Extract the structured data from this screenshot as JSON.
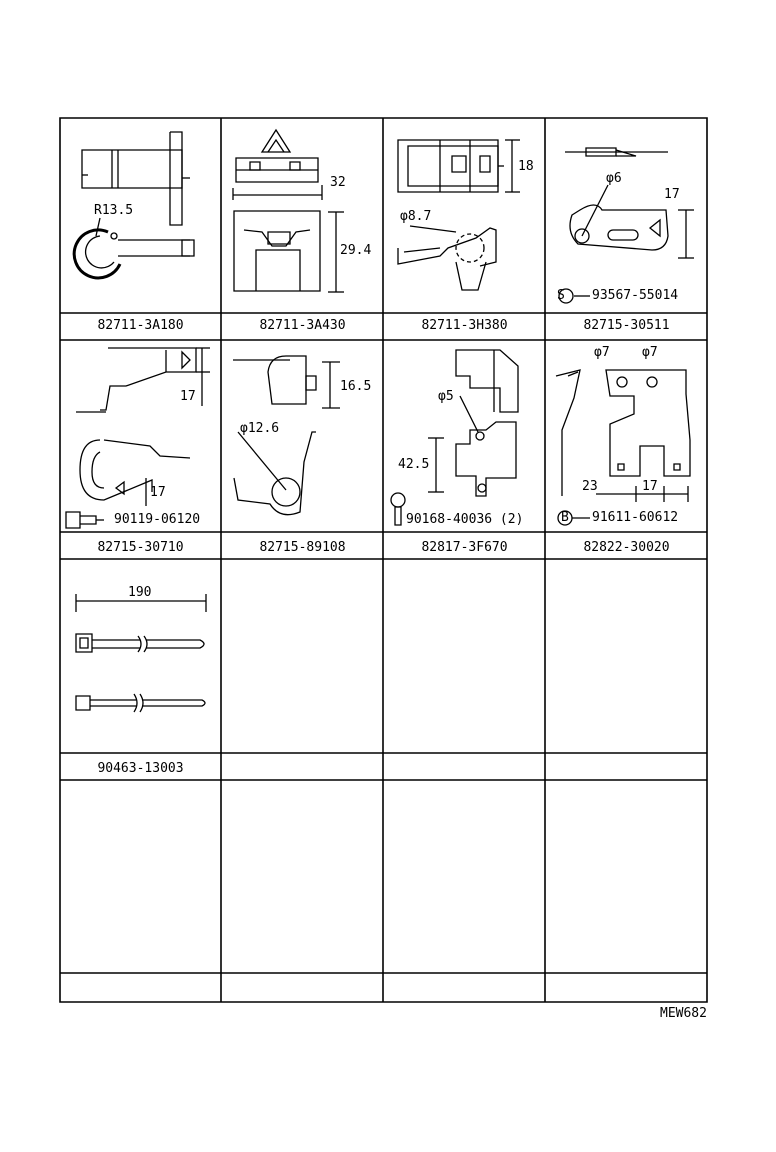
{
  "cells": [
    {
      "part": "82711-3A180",
      "dims": [
        "R13.5"
      ]
    },
    {
      "part": "82711-3A430",
      "dims": [
        "32",
        "29.4"
      ]
    },
    {
      "part": "82711-3H380",
      "dims": [
        "18",
        "φ8.7"
      ]
    },
    {
      "part": "82715-30511",
      "dims": [
        "φ6",
        "17"
      ],
      "fastener": {
        "symbol": "S",
        "number": "93567-55014"
      }
    },
    {
      "part": "82715-30710",
      "dims": [
        "17",
        "17"
      ],
      "fastener": {
        "number": "90119-06120"
      }
    },
    {
      "part": "82715-89108",
      "dims": [
        "16.5",
        "φ12.6"
      ]
    },
    {
      "part": "82817-3F670",
      "dims": [
        "φ5",
        "42.5"
      ],
      "fastener": {
        "number": "90168-40036 (2)"
      }
    },
    {
      "part": "82822-30020",
      "dims": [
        "φ7",
        "φ7",
        "23",
        "17"
      ],
      "fastener": {
        "symbol": "B",
        "number": "91611-60612"
      }
    },
    {
      "part": "90463-13003",
      "dims": [
        "190"
      ]
    }
  ],
  "drawing_code": "MEW682"
}
